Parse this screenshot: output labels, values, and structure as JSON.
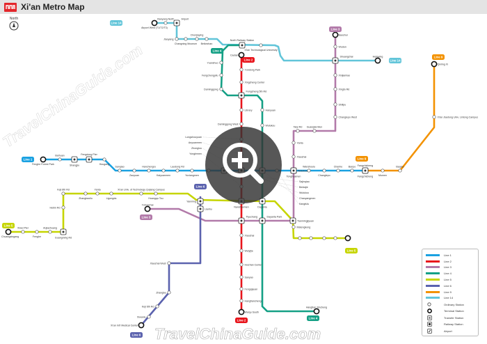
{
  "header": {
    "title": "Xi'an Metro Map",
    "logo_icon": "travelchinaguide-logo-icon"
  },
  "compass": {
    "label": "North"
  },
  "watermark": {
    "text": "TravelChinaGuide.com",
    "diagonal_text": "TravelChinaGuide.com"
  },
  "colors": {
    "line1": "#1aa1e1",
    "line2": "#e8141b",
    "line3": "#b27aa9",
    "line4": "#14a085",
    "line5": "#c6d500",
    "line6": "#5b62ae",
    "line9": "#f39200",
    "line14": "#62c5d9"
  },
  "line_tags": {
    "line1": "Line 1",
    "line2": "Line 2",
    "line3": "Line 3",
    "line4": "Line 4",
    "line5": "Line 5",
    "line6": "Line 6",
    "line9": "Line 9",
    "line14": "Line 14"
  },
  "stations": {
    "line1": [
      "Fenghe Forest Park",
      "Beihuan",
      "Shangjiu",
      "Fengdong Pier",
      "Hougang",
      "Sanqiao",
      "Zaoyuan",
      "Hanchengru",
      "Kaiyuanmen",
      "Laodong Rd",
      "Yuxiangmen",
      "Sajinqiao",
      "Beidajie",
      "Wulukou",
      "Chaoyangmen",
      "Kangfulu",
      "Tonghuamen",
      "Wanshoulu",
      "Changlepo",
      "Chanhe",
      "Banpo",
      "Fangzhicheng"
    ],
    "line2": [
      "Caotan",
      "Yundong Park",
      "Xingzheng Center",
      "Fengcheng 5th Rd",
      "Library",
      "Daminggong West",
      "Longshouyuan",
      "Anyuanmen",
      "Zhonglou",
      "Yonglemen",
      "Nanshaomen",
      "Tiyuchang",
      "Xiaozhai",
      "Weiyijie",
      "Huizhan Center",
      "Sanyao",
      "Fengqiyuan",
      "Hangtiancheng",
      "Weiqu South"
    ],
    "line3": [
      "Baoshui",
      "Wudun",
      "Shuangzhai",
      "Xinjiamiao",
      "Xingfu Rd",
      "Shilipu",
      "Changlepo West",
      "Guangtai Men",
      "Taiyi Rd",
      "Yanta",
      "Xiaozhai",
      "Wulukou",
      "Yuhuazhai"
    ],
    "line4": [
      "North Railway Station",
      "Yuanshuo",
      "Fengchengyilu",
      "Daminggong",
      "Hanyuan",
      "Wulukou",
      "Dayanta",
      "Dayanta Park",
      "Hangtian Xincheng"
    ],
    "line5": [
      "Chuangxingang",
      "Xiwei Pier",
      "Fenghe",
      "Aojiazhuang",
      "Guangming Rd",
      "Hebin Rd",
      "Keji 8th Rd",
      "Zhangbaxilu",
      "Yanta",
      "Ligongda",
      "Xi'an Univ. of Technology Qujiang Campus",
      "Huangqu Tou",
      "Yanming",
      "Tianmingjiyuan",
      "Matengkong"
    ],
    "line6": [
      "Xi'an Int'l Medical Center",
      "Xiwanlu",
      "Keji 6th Rd",
      "Zhangba",
      "Xiaozhai West",
      "Lianhu"
    ],
    "line9": [
      "Fangzhicheng",
      "Mumen",
      "Baqiao",
      "Xi'an Jiaotong Univ. Lintong Campus",
      "Qinling Xi"
    ],
    "line14": [
      "Airport West (T1/T2/T3)",
      "Xianyang North",
      "Airport",
      "Jiaoyang",
      "Changning Museum",
      "Chenjiaying",
      "Beikezhan",
      "Xi'an Technological University",
      "Hejiaying"
    ]
  },
  "legend": {
    "lines": [
      "Line 1",
      "Line 2",
      "Line 3",
      "Line 4",
      "Line 5",
      "Line 6",
      "Line 9",
      "Line 14"
    ],
    "symbols": [
      "Ordinary Station",
      "Terminal Station",
      "Transfer Station",
      "Railway Station",
      "Airport"
    ]
  }
}
